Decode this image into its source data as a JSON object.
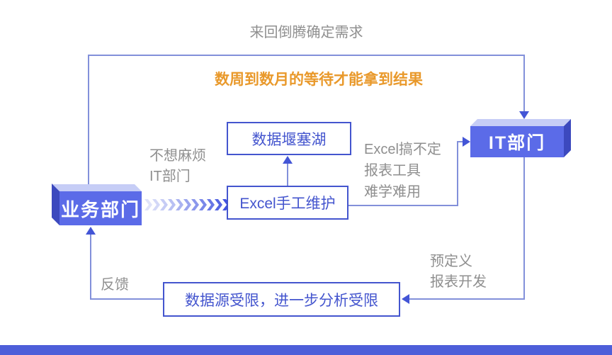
{
  "diagram": {
    "labels": {
      "loop_top": "来回倒腾确定需求",
      "wait": "数周到数月的等待才能拿到结果",
      "no_bother_line1": "不想麻烦",
      "no_bother_line2": "IT部门",
      "excel_issue_line1": "Excel搞不定",
      "excel_issue_line2": "报表工具",
      "excel_issue_line3": "难学难用",
      "predefined_line1": "预定义",
      "predefined_line2": "报表开发",
      "feedback": "反馈"
    },
    "nodes": {
      "business_dept": "业务部门",
      "it_dept": "IT部门",
      "data_lake": "数据堰塞湖",
      "excel_manual": "Excel手工维护",
      "data_limited": "数据源受限，进一步分析受限"
    },
    "colors": {
      "node_front_blue": "#5B6BE8",
      "node_top_blue": "#C6CDF6",
      "node_side_blue": "#3C49BE",
      "outline_blue": "#4455CE",
      "line_blue": "#8290DA",
      "arrow_blue": "#4355D6",
      "text_gray": "#8F8F8F",
      "highlight_orange": "#E9992B",
      "banner_blue": "#4D5ED9",
      "chevron_gradient": [
        "#DFE3F9",
        "#D3D8F7",
        "#C6CCF5",
        "#B8C0F3",
        "#AAB3F0",
        "#9BA5EE",
        "#8B97EB",
        "#7A88E9",
        "#6877E6",
        "#5565E3",
        "#4152E0"
      ]
    }
  }
}
